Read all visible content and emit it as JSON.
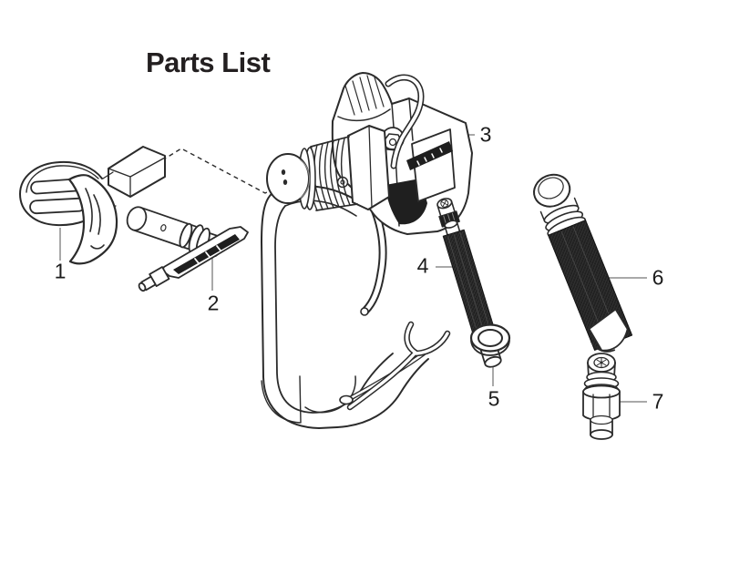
{
  "title": "Parts List",
  "labels": [
    "1",
    "2",
    "3",
    "4",
    "5",
    "6",
    "7"
  ],
  "colors": {
    "background": "#ffffff",
    "line": "#2b2b2b",
    "leader": "#a9a9a9",
    "dark_fill": "#1f1f1f",
    "text": "#231f20"
  }
}
